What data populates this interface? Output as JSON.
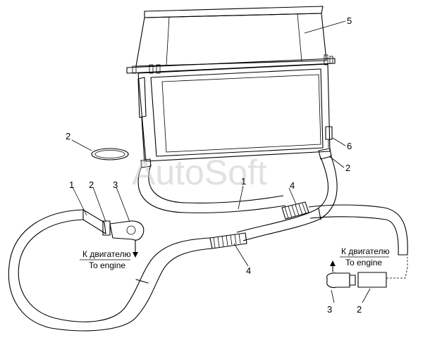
{
  "diagram": {
    "watermark": "AutoSoft",
    "callouts": [
      {
        "id": "label-5",
        "text": "5"
      },
      {
        "id": "label-6",
        "text": "6"
      },
      {
        "id": "label-2-right",
        "text": "2"
      },
      {
        "id": "label-2-clamp",
        "text": "2"
      },
      {
        "id": "label-4-upper",
        "text": "4"
      },
      {
        "id": "label-4-lower",
        "text": "4"
      },
      {
        "id": "label-1-left",
        "text": "1"
      },
      {
        "id": "label-2-left",
        "text": "2"
      },
      {
        "id": "label-3-left",
        "text": "3"
      },
      {
        "id": "label-1-mid",
        "text": "1"
      },
      {
        "id": "label-3-right",
        "text": "3"
      },
      {
        "id": "label-2-bottom",
        "text": "2"
      }
    ],
    "captions": {
      "left_ru": "К двигателю",
      "left_en": "To engine",
      "right_ru": "К двигателю",
      "right_en": "To engine"
    }
  }
}
